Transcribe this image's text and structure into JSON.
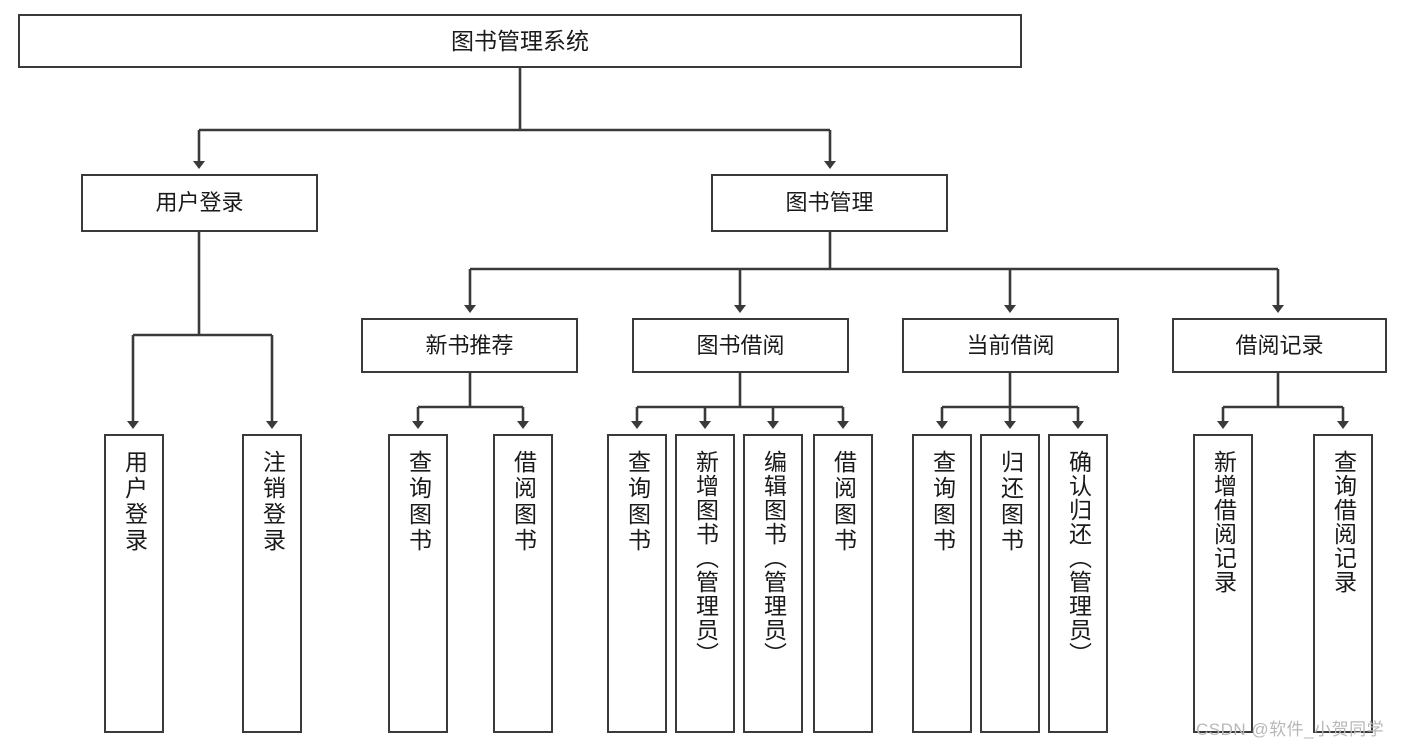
{
  "diagram": {
    "title": "图书管理系统",
    "type": "hierarchy-tree",
    "orientation": "top-down",
    "colors": {
      "box_border": "#3a3a3a",
      "box_fill": "#ffffff",
      "edge": "#3a3a3a",
      "text": "#1a1a1a",
      "watermark": "#b8b8b8"
    },
    "root": {
      "label": "图书管理系统"
    },
    "level2": [
      {
        "id": "user-login",
        "label": "用户登录"
      },
      {
        "id": "book-manage",
        "label": "图书管理"
      }
    ],
    "level3": [
      {
        "id": "new-book-recommend",
        "label": "新书推荐"
      },
      {
        "id": "book-borrow",
        "label": "图书借阅"
      },
      {
        "id": "current-borrow",
        "label": "当前借阅"
      },
      {
        "id": "borrow-record",
        "label": "借阅记录"
      }
    ],
    "leaves": {
      "user_login": [
        {
          "id": "leaf-user-login",
          "label": "用户登录"
        },
        {
          "id": "leaf-logout-login",
          "label": "注销登录"
        }
      ],
      "new_book_recommend": [
        {
          "id": "leaf-query-book-1",
          "label": "查询图书"
        },
        {
          "id": "leaf-borrow-book-1",
          "label": "借阅图书"
        }
      ],
      "book_borrow": [
        {
          "id": "leaf-query-book-2",
          "label": "查询图书"
        },
        {
          "id": "leaf-add-book",
          "label": "新增图书（管理员）"
        },
        {
          "id": "leaf-edit-book",
          "label": "编辑图书（管理员）"
        },
        {
          "id": "leaf-borrow-book-2",
          "label": "借阅图书"
        }
      ],
      "current_borrow": [
        {
          "id": "leaf-query-book-3",
          "label": "查询图书"
        },
        {
          "id": "leaf-return-book",
          "label": "归还图书"
        },
        {
          "id": "leaf-confirm-return",
          "label": "确认归还（管理员）"
        }
      ],
      "borrow_record": [
        {
          "id": "leaf-add-record",
          "label": "新增借阅记录"
        },
        {
          "id": "leaf-query-record",
          "label": "查询借阅记录"
        }
      ]
    }
  },
  "watermark": {
    "text": "CSDN @软件_小贺同学"
  }
}
